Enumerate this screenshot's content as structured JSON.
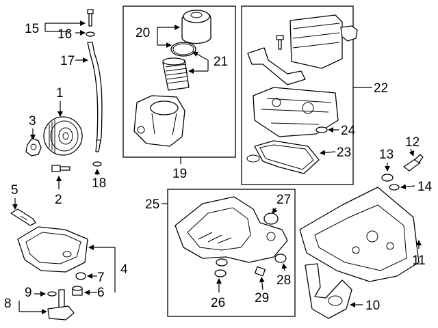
{
  "diagram": {
    "callouts": [
      "1",
      "2",
      "3",
      "4",
      "5",
      "6",
      "7",
      "8",
      "9",
      "10",
      "11",
      "12",
      "13",
      "14",
      "15",
      "16",
      "17",
      "18",
      "19",
      "20",
      "21",
      "22",
      "23",
      "24",
      "25",
      "26",
      "27",
      "28",
      "29"
    ]
  }
}
